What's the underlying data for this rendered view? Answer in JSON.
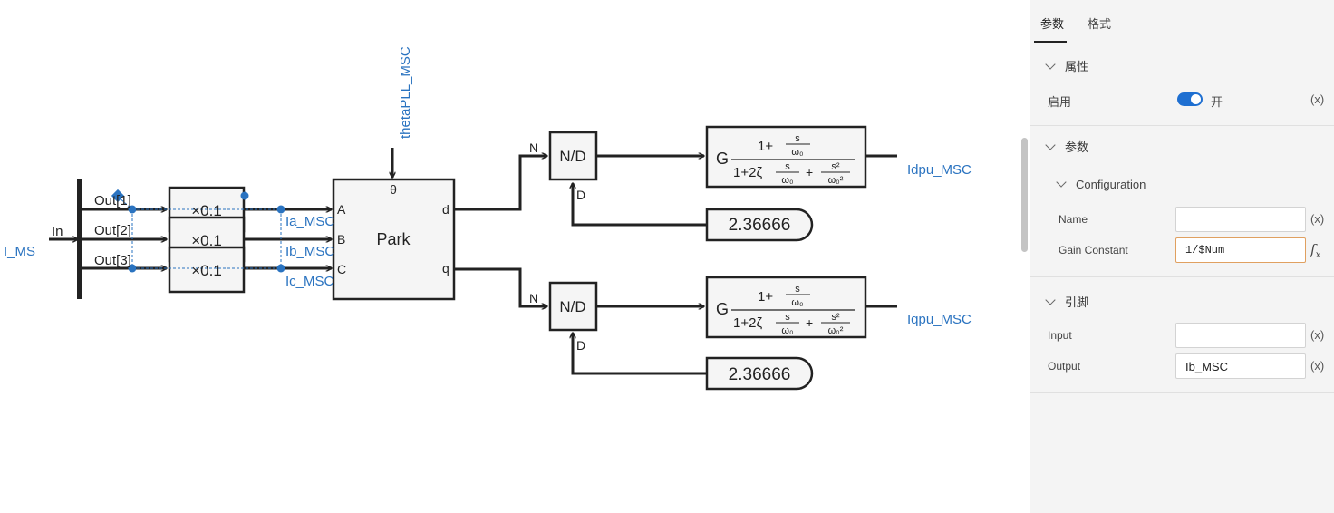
{
  "diagram": {
    "input_signal": "I_MS",
    "demux": {
      "in_label": "In",
      "outputs": [
        "Out[1]",
        "Out[2]",
        "Out[3]"
      ]
    },
    "gains": [
      "×0.1",
      "×0.1",
      "×0.1"
    ],
    "signals": [
      "Ia_MSC",
      "Ib_MSC",
      "Ic_MSC"
    ],
    "park": {
      "title": "Park",
      "theta_port": "θ",
      "in_ports": [
        "A",
        "B",
        "C"
      ],
      "out_ports": [
        "d",
        "q"
      ]
    },
    "theta_signal": "thetaPLL_MSC",
    "nd_blocks": [
      {
        "label": "N/D",
        "n_port": "N",
        "d_port": "D"
      },
      {
        "label": "N/D",
        "n_port": "N",
        "d_port": "D"
      }
    ],
    "constants": [
      "2.36666",
      "2.36666"
    ],
    "filters": {
      "gain": "G",
      "num_one_plus": "1+",
      "num_s": "s",
      "omega0": "ω₀",
      "den_prefix": "1+2ζ",
      "den_plus": "+",
      "s2": "s²",
      "omega0_sq": "ω₀²"
    },
    "outputs": [
      "Idpu_MSC",
      "Iqpu_MSC"
    ]
  },
  "panel": {
    "tabs": [
      "参数",
      "格式"
    ],
    "sections": {
      "properties": {
        "title": "属性",
        "enable_label": "启用",
        "enable_state": "开",
        "x_label": "(x)"
      },
      "parameters": {
        "title": "参数",
        "config_title": "Configuration",
        "name_label": "Name",
        "name_value": "",
        "gain_label": "Gain Constant",
        "gain_value": "1/$Num",
        "x_label": "(x)",
        "fx_label": "fx"
      },
      "pins": {
        "title": "引脚",
        "input_label": "Input",
        "input_value": "",
        "output_label": "Output",
        "output_value": "Ib_MSC",
        "x_label": "(x)"
      }
    }
  },
  "colors": {
    "signal_blue": "#2a73c0",
    "block_fill": "#f5f5f5",
    "toggle_blue": "#1e6fd1"
  }
}
